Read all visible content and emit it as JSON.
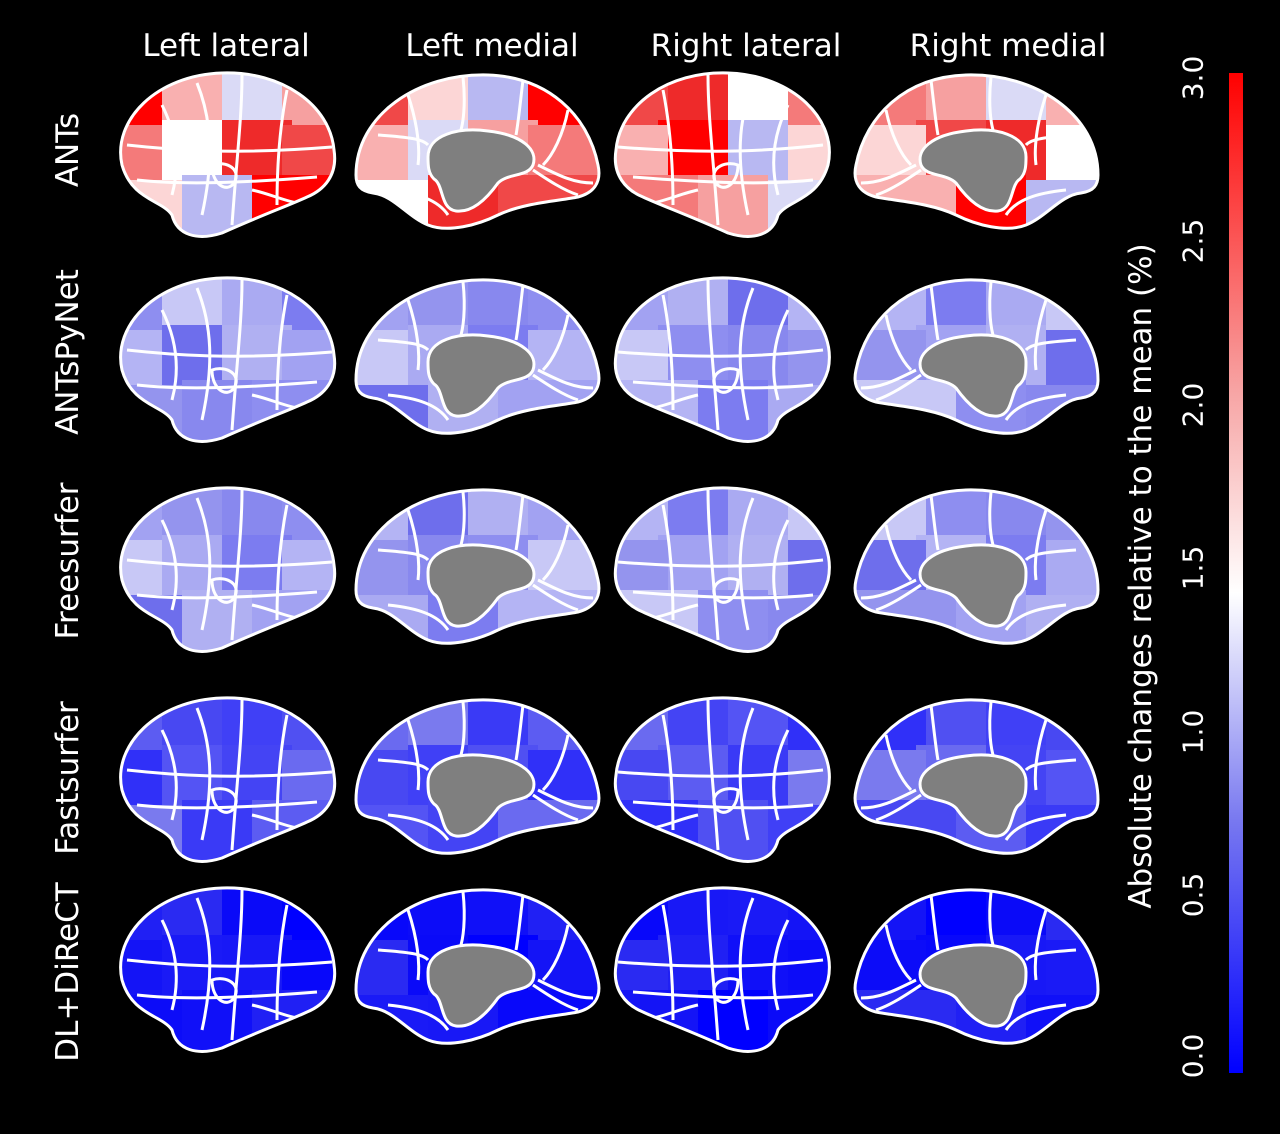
{
  "columns": [
    "Left lateral",
    "Left medial",
    "Right lateral",
    "Right medial"
  ],
  "rows": [
    {
      "label": "ANTs",
      "level": "mixed-red"
    },
    {
      "label": "ANTsPyNet",
      "level": "light-blue"
    },
    {
      "label": "Freesurfer",
      "level": "light-blue"
    },
    {
      "label": "Fastsurfer",
      "level": "medium-blue"
    },
    {
      "label": "DL+DiReCT",
      "level": "saturated-blue"
    }
  ],
  "colorbar": {
    "title": "Absolute changes relative to the mean (%)",
    "ticks": [
      "0.0",
      "0.5",
      "1.0",
      "1.5",
      "2.0",
      "2.5",
      "3.0"
    ],
    "range": [
      0.0,
      3.0
    ],
    "colormap": [
      "#0000ff",
      "#ffffff",
      "#ff0000"
    ]
  },
  "colors": {
    "background": "#000000",
    "outline": "#ffffff",
    "subcortical": "#7f7f7f"
  }
}
